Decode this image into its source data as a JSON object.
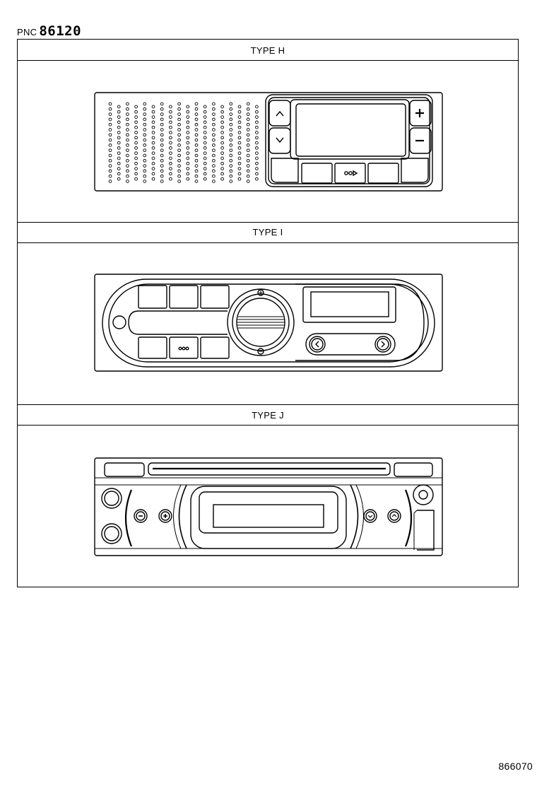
{
  "header": {
    "pnc_prefix": "PNC",
    "pnc_number": "86120"
  },
  "sections": [
    {
      "label": "TYPE H"
    },
    {
      "label": "TYPE I"
    },
    {
      "label": "TYPE J"
    }
  ],
  "footer": {
    "doc_number": "866070"
  },
  "icons": {
    "h_up": "chevron-up-icon",
    "h_down": "chevron-down-icon",
    "h_plus": "plus-icon",
    "h_minus": "minus-icon",
    "i_prev": "chevron-left-icon",
    "i_next": "chevron-right-icon",
    "j_minus": "minus-circle-icon",
    "j_plus": "plus-circle-icon",
    "j_down": "chevron-down-circle-icon",
    "j_up": "chevron-up-circle-icon"
  }
}
